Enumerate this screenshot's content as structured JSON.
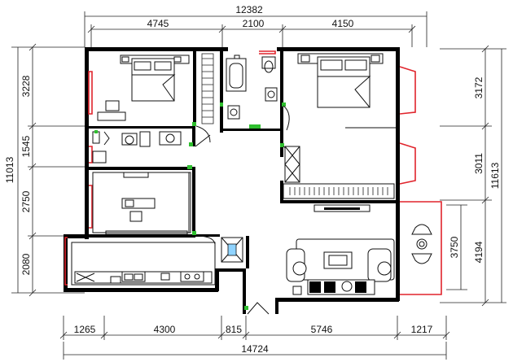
{
  "dimensions": {
    "top": {
      "overall": "12382",
      "segments": [
        "4745",
        "2100",
        "4150"
      ]
    },
    "bottom": {
      "overall": "14724",
      "segments": [
        "1265",
        "4300",
        "815",
        "5746",
        "1217"
      ]
    },
    "left": {
      "overall": "11013",
      "segments": [
        "3228",
        "1545",
        "2750",
        "2080"
      ]
    },
    "right": {
      "overall": "11613",
      "segments_outer": [
        "3172",
        "3011",
        "4194"
      ],
      "segment_inner": "3750"
    }
  },
  "colors": {
    "walls": "#000000",
    "windows": "#e0242c",
    "doors_hinges": "#2fbf2f",
    "lines": "#111111"
  }
}
